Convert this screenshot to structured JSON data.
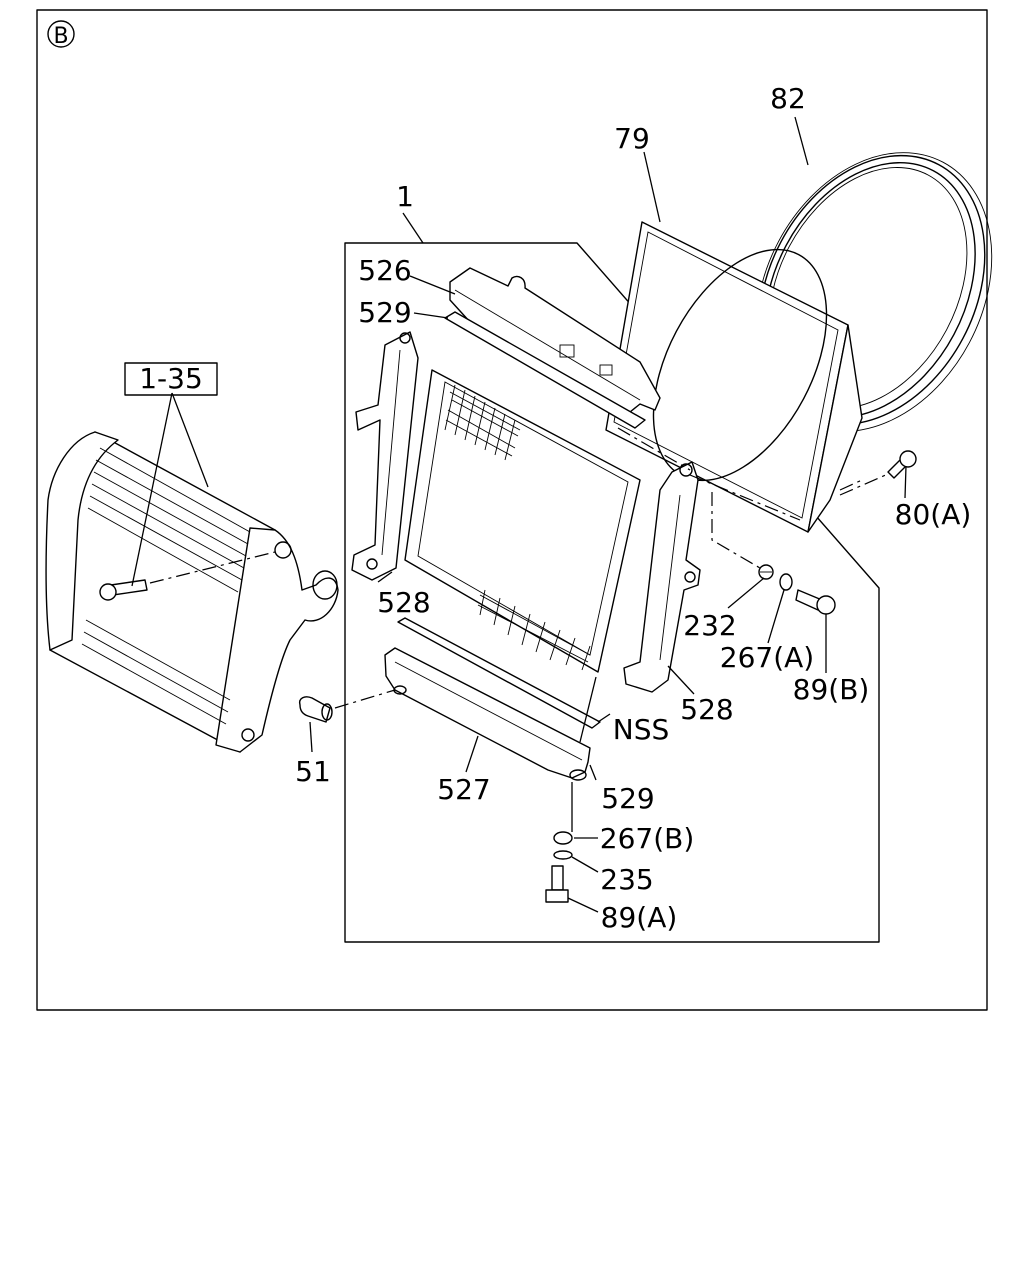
{
  "section_marker": "B",
  "callouts": {
    "c_1": "1",
    "c_1_35": "1-35",
    "c_79": "79",
    "c_82": "82",
    "c_526": "526",
    "c_529_top": "529",
    "c_528_left": "528",
    "c_528_right": "528",
    "c_nss": "NSS",
    "c_529_bottom": "529",
    "c_527": "527",
    "c_51": "51",
    "c_80a": "80(A)",
    "c_232": "232",
    "c_267a": "267(A)",
    "c_89b": "89(B)",
    "c_267b": "267(B)",
    "c_235": "235",
    "c_89a": "89(A)"
  }
}
